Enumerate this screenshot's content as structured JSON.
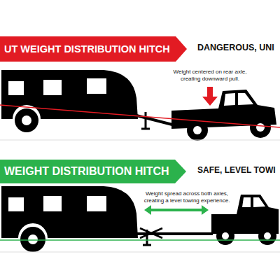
{
  "diagram": {
    "nodes": [
      {
        "text": [
          "UT WEIGHT DISTRIBUTION HITCH"
        ]
      },
      {
        "text": [
          "WEIGHT DISTRIBUTION HITCH"
        ]
      }
    ],
    "labels": [
      "DANGEROUS, UNI",
      "Weight centered on rear axle, creating downward pull.",
      "SAFE, LEVEL TOWI",
      "Weight spread across both axles, creating a level towing experience."
    ]
  }
}
